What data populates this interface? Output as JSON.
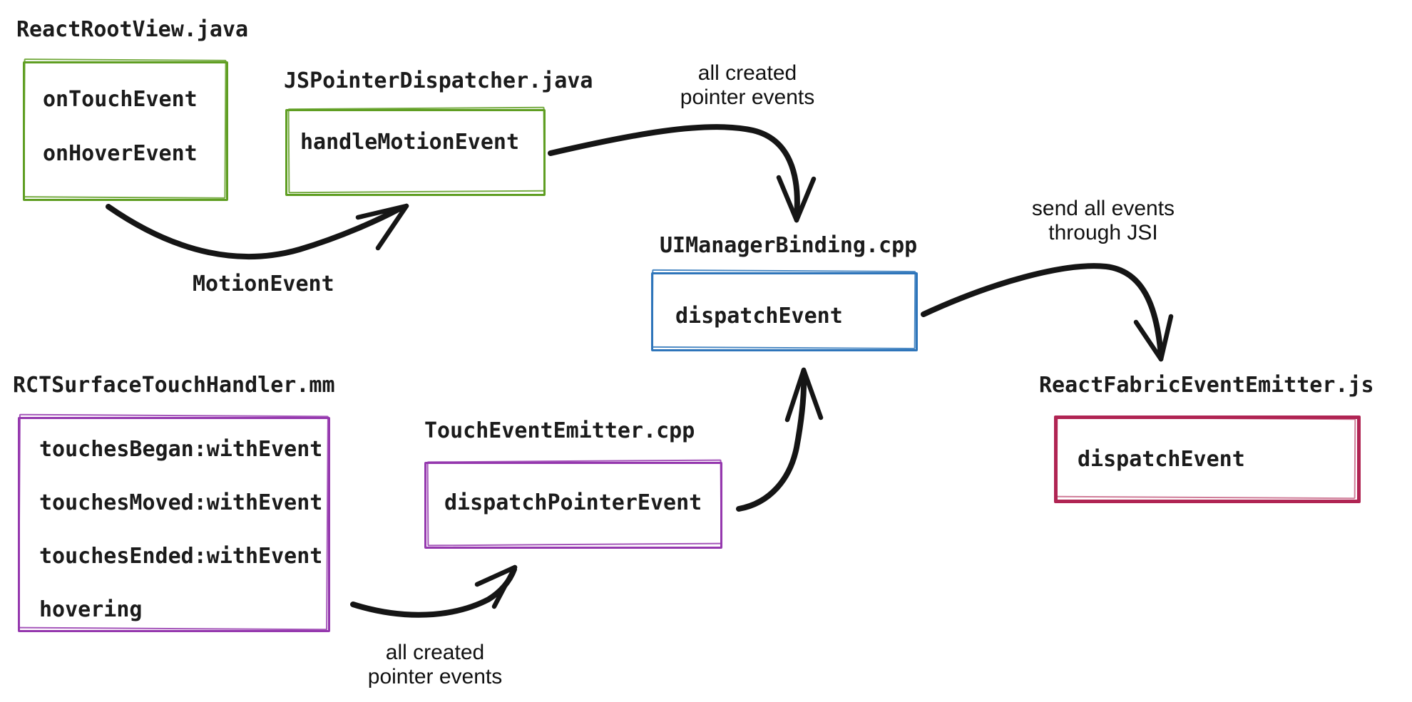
{
  "diagram": {
    "colors": {
      "green": "#5f9e22",
      "blue": "#2e75ba",
      "purple": "#9538ae",
      "crimson": "#b02453",
      "ink": "#151515",
      "bg": "#ffffff"
    },
    "nodes": {
      "react_root_view": {
        "title": "ReactRootView.java",
        "items": [
          "onTouchEvent",
          "onHoverEvent"
        ]
      },
      "js_pointer_dispatcher": {
        "title": "JSPointerDispatcher.java",
        "items": [
          "handleMotionEvent"
        ]
      },
      "ui_manager_binding": {
        "title": "UIManagerBinding.cpp",
        "items": [
          "dispatchEvent"
        ]
      },
      "react_fabric_event_emitter": {
        "title": "ReactFabricEventEmitter.js",
        "items": [
          "dispatchEvent"
        ]
      },
      "rct_surface_touch_handler": {
        "title": "RCTSurfaceTouchHandler.mm",
        "items": [
          "touchesBegan:withEvent",
          "touchesMoved:withEvent",
          "touchesEnded:withEvent",
          "hovering"
        ]
      },
      "touch_event_emitter": {
        "title": "TouchEventEmitter.cpp",
        "items": [
          "dispatchPointerEvent"
        ]
      }
    },
    "labels": {
      "motion_event": {
        "text": "MotionEvent"
      },
      "pointer_events_top": {
        "lines": [
          "all created",
          "pointer events"
        ]
      },
      "send_jsi": {
        "lines": [
          "send all events",
          "through JSI"
        ]
      },
      "pointer_events_bottom": {
        "lines": [
          "all created",
          "pointer events"
        ]
      }
    }
  }
}
